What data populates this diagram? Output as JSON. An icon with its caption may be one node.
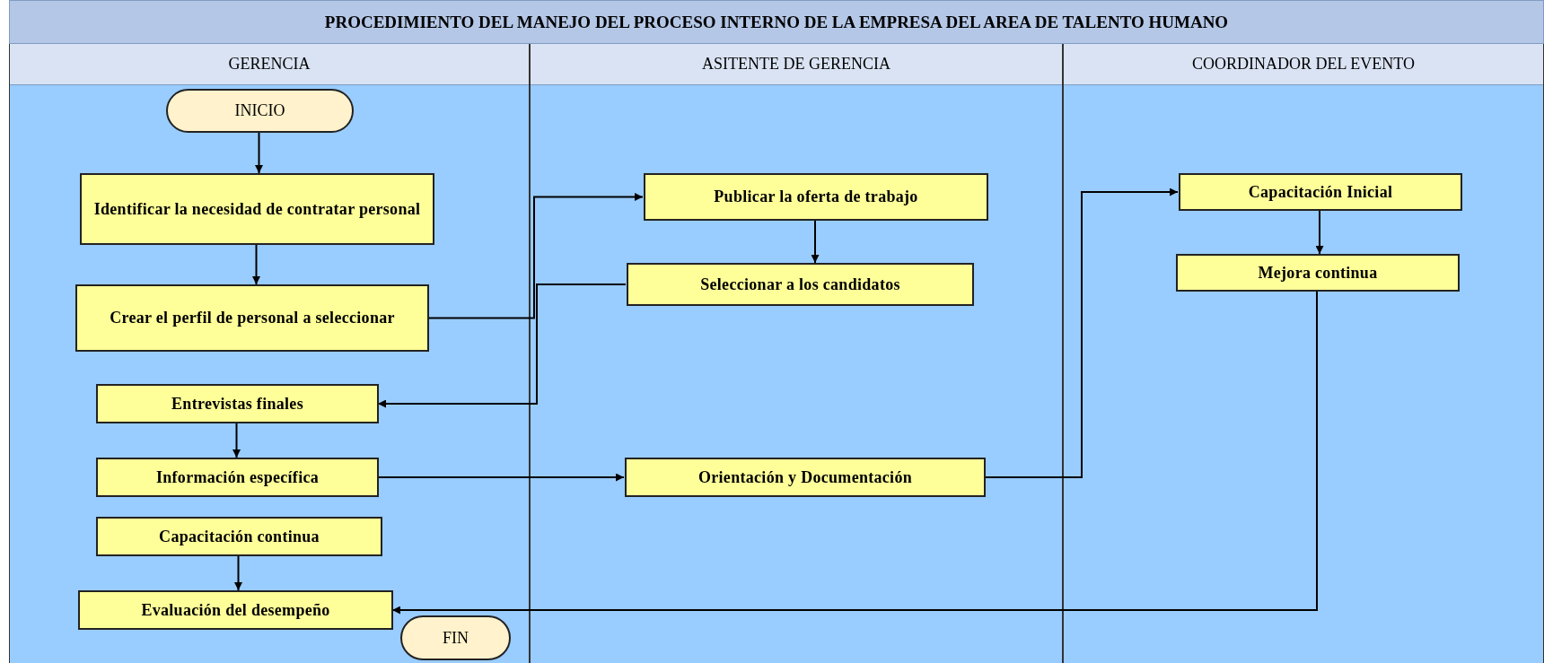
{
  "diagram": {
    "title": "PROCEDIMIENTO DEL MANEJO DEL PROCESO INTERNO DE LA EMPRESA DEL AREA DE TALENTO HUMANO",
    "nodes": [
      {
        "text": [
          "GERENCIA"
        ]
      },
      {
        "text": [
          "ASITENTE DE GERENCIA"
        ]
      },
      {
        "text": [
          "COORDINADOR DEL EVENTO"
        ]
      },
      {
        "text": [
          "INICIO"
        ],
        "in": 0
      },
      {
        "text": [
          "Identificar la necesidad de contratar personal"
        ],
        "in": 0
      },
      {
        "text": [
          "Crear el perfil de personal a seleccionar"
        ],
        "in": 0
      },
      {
        "text": [
          "Entrevistas finales"
        ],
        "in": 0
      },
      {
        "text": [
          "Información específica"
        ],
        "in": 0
      },
      {
        "text": [
          "Capacitación continua"
        ],
        "in": 0
      },
      {
        "text": [
          "Evaluación del desempeño"
        ],
        "in": 0
      },
      {
        "text": [
          "FIN"
        ],
        "in": 0
      },
      {
        "text": [
          "Publicar la oferta de trabajo"
        ],
        "in": 1
      },
      {
        "text": [
          "Seleccionar a los candidatos"
        ],
        "in": 1
      },
      {
        "text": [
          "Orientación y Documentación"
        ],
        "in": 1
      },
      {
        "text": [
          "Capacitación Inicial"
        ],
        "in": 2
      },
      {
        "text": [
          "Mejora continua"
        ],
        "in": 2
      }
    ],
    "edges": [
      {
        "from": 3,
        "to": 4,
        "arrow": "to"
      },
      {
        "from": 4,
        "to": 5,
        "arrow": "to"
      },
      {
        "from": 5,
        "to": 11,
        "arrow": "to"
      },
      {
        "from": 11,
        "to": 12,
        "arrow": "to"
      },
      {
        "from": 12,
        "to": 6,
        "arrow": "to"
      },
      {
        "from": 6,
        "to": 7,
        "arrow": "to"
      },
      {
        "from": 7,
        "to": 13,
        "arrow": "to"
      },
      {
        "from": 13,
        "to": 14,
        "arrow": "to"
      },
      {
        "from": 14,
        "to": 15,
        "arrow": "to"
      },
      {
        "from": 15,
        "to": 9,
        "arrow": "to"
      },
      {
        "from": 8,
        "to": 9,
        "arrow": "to"
      }
    ]
  }
}
